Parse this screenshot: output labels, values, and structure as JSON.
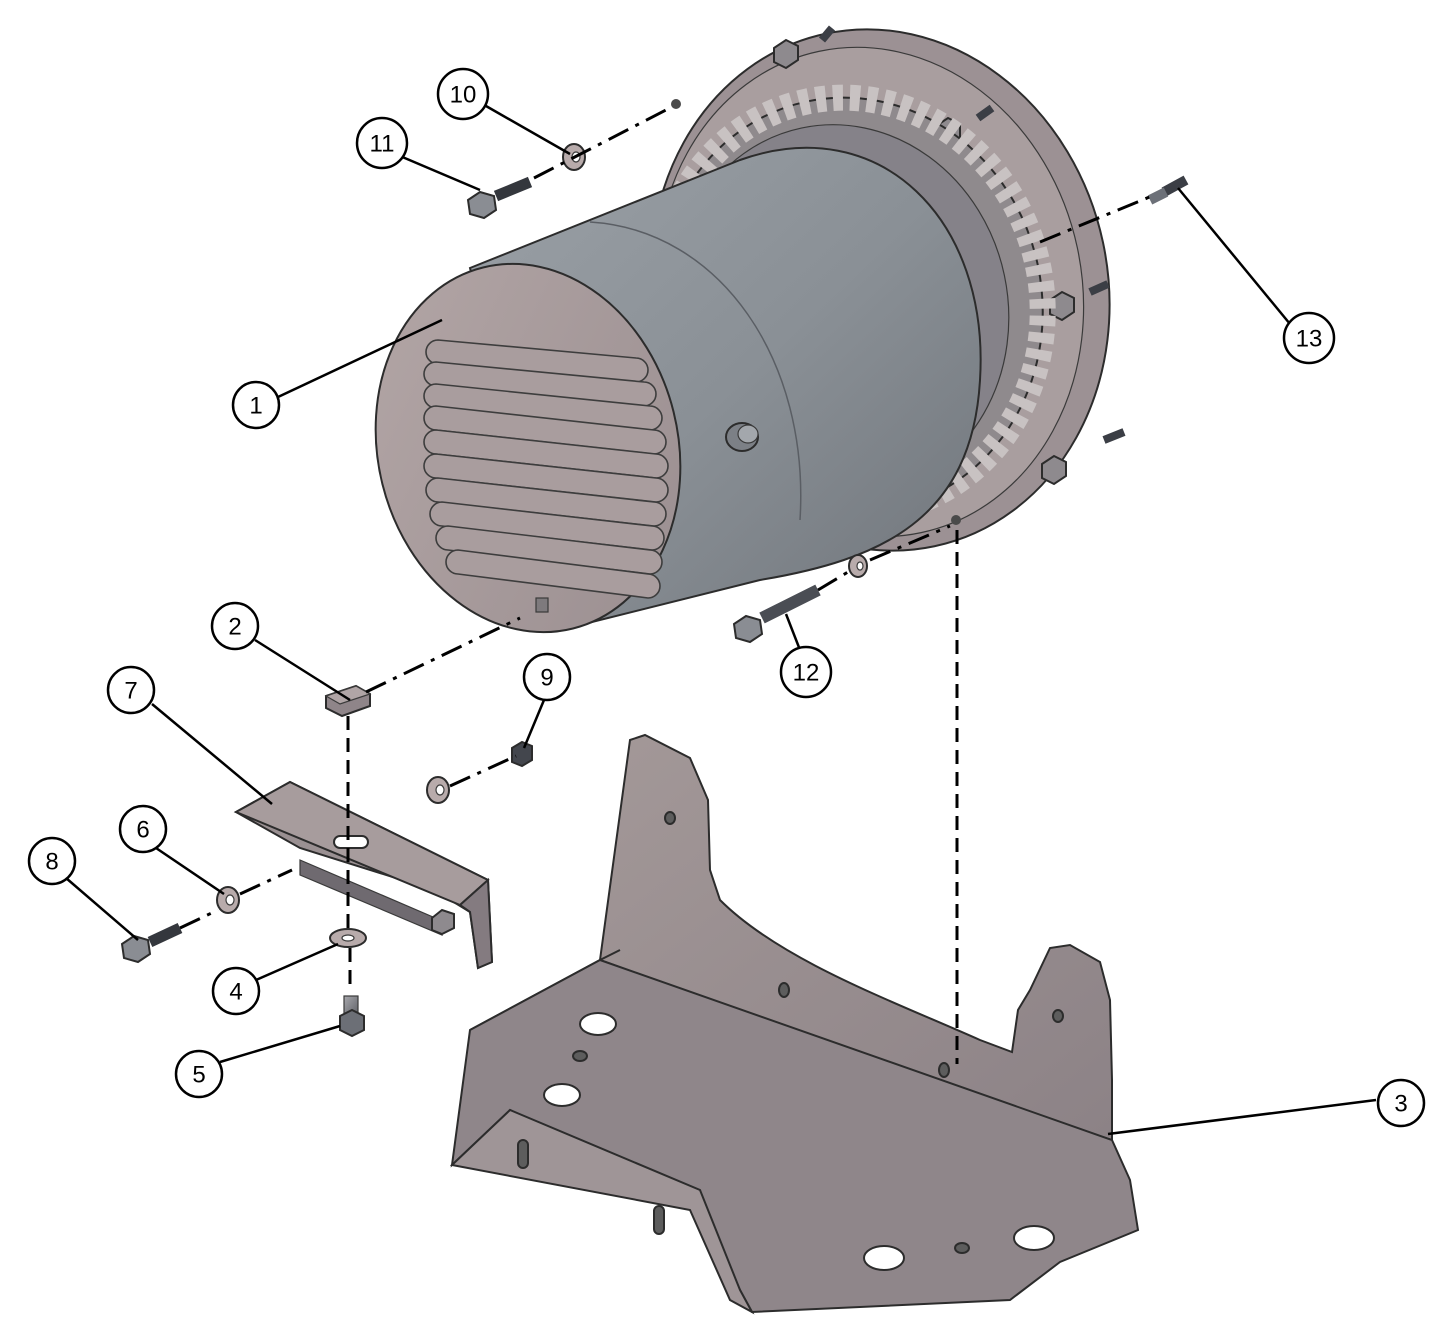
{
  "callouts": [
    {
      "id": "1",
      "label": "1"
    },
    {
      "id": "2",
      "label": "2"
    },
    {
      "id": "3",
      "label": "3"
    },
    {
      "id": "4",
      "label": "4"
    },
    {
      "id": "5",
      "label": "5"
    },
    {
      "id": "6",
      "label": "6"
    },
    {
      "id": "7",
      "label": "7"
    },
    {
      "id": "8",
      "label": "8"
    },
    {
      "id": "9",
      "label": "9"
    },
    {
      "id": "10",
      "label": "10"
    },
    {
      "id": "11",
      "label": "11"
    },
    {
      "id": "12",
      "label": "12"
    },
    {
      "id": "13",
      "label": "13"
    }
  ],
  "colors": {
    "part_light": "#a89c9c",
    "part_mid": "#948a8d",
    "part_dark": "#7b7f86",
    "cylinder": "#8e959b",
    "outline": "#2c2c2c"
  }
}
